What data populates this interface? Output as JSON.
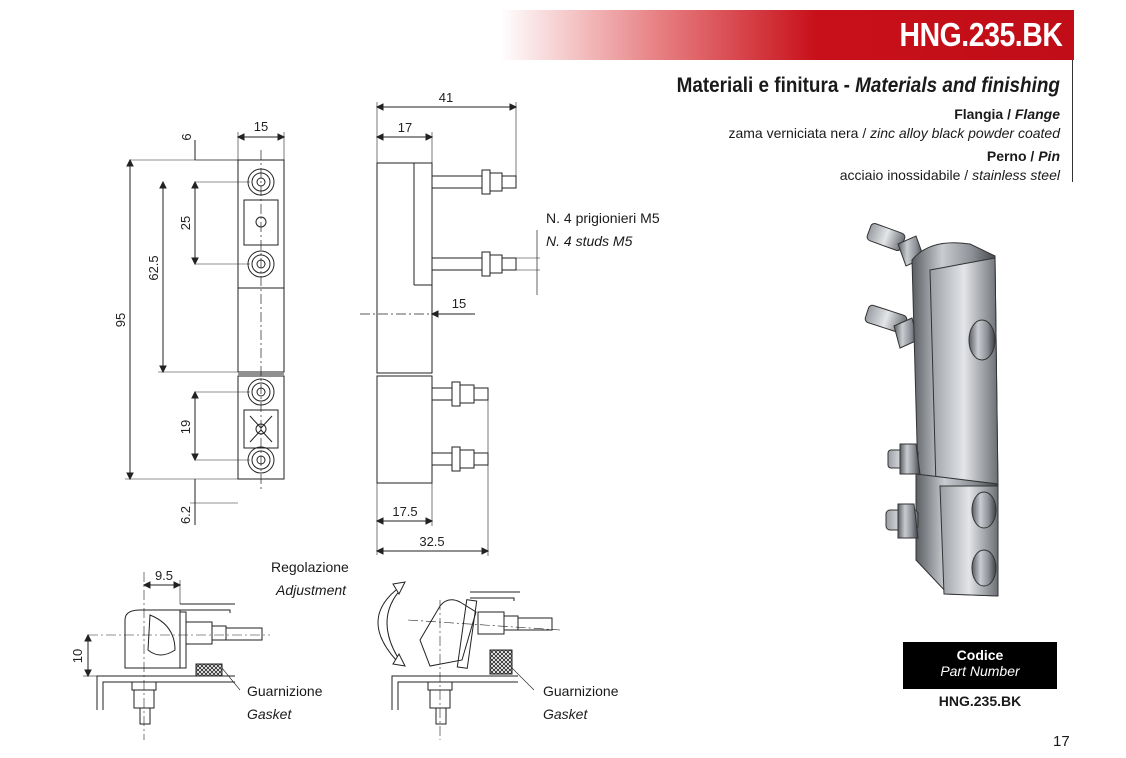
{
  "header": {
    "code": "HNG.235.BK"
  },
  "materials": {
    "title_it": "Materiali e finitura -",
    "title_en": "Materials and finishing",
    "flange_label_it": "Flangia /",
    "flange_label_en": "Flange",
    "flange_desc_it": "zama verniciata nera /",
    "flange_desc_en": "zinc alloy black powder coated",
    "pin_label_it": "Perno /",
    "pin_label_en": "Pin",
    "pin_desc_it": "acciaio inossidabile /",
    "pin_desc_en": "stainless steel"
  },
  "dimensions": {
    "front_top_width": "15",
    "front_top_offset": "6",
    "front_hole_spacing_top": "25",
    "front_hole_to_hole": "62.5",
    "front_total_height": "95",
    "front_hole_spacing_bottom": "19",
    "front_bottom_offset": "6.2",
    "side_total_width": "41",
    "side_flange_width": "17",
    "side_pin_center": "15",
    "side_bottom_flange": "17.5",
    "side_bottom_total": "32.5",
    "section_width": "9.5",
    "section_height": "10"
  },
  "notes": {
    "studs_it": "N. 4 prigionieri M5",
    "studs_en": "N. 4 studs M5",
    "adjust_it": "Regolazione",
    "adjust_en": "Adjustment",
    "gasket_it": "Guarnizione",
    "gasket_en": "Gasket"
  },
  "part": {
    "code_label_it": "Codice",
    "code_label_en": "Part Number",
    "part_number": "HNG.235.BK"
  },
  "page_number": "17"
}
